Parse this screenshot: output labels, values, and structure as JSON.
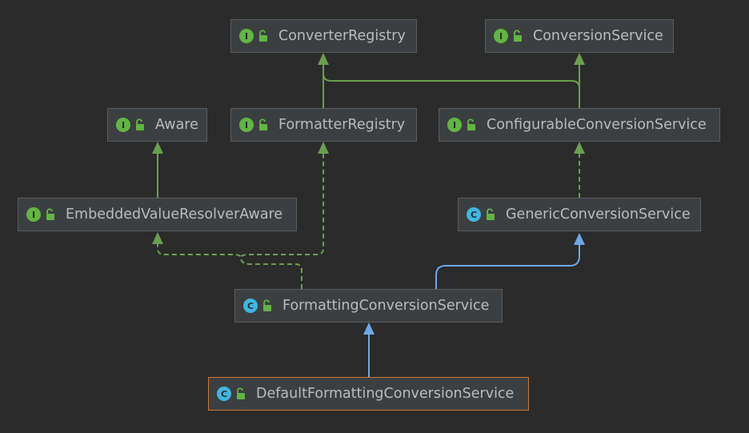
{
  "colors": {
    "background": "#2b2b2b",
    "node_fill": "#3c3f41",
    "node_border": "#5a5d5f",
    "selected_border": "#cc7832",
    "interface_badge": "#62b543",
    "class_badge": "#40b6e0",
    "extends_edge": "#6fa8e8",
    "interface_edge": "#6a9f50",
    "text": "#bbbbbb"
  },
  "badges": {
    "interface": "I",
    "class": "C"
  },
  "nodes": {
    "converter_registry": {
      "label": "ConverterRegistry",
      "kind": "interface"
    },
    "conversion_service": {
      "label": "ConversionService",
      "kind": "interface"
    },
    "aware": {
      "label": "Aware",
      "kind": "interface"
    },
    "formatter_registry": {
      "label": "FormatterRegistry",
      "kind": "interface"
    },
    "configurable_conversion_service": {
      "label": "ConfigurableConversionService",
      "kind": "interface"
    },
    "embedded_value_resolver_aware": {
      "label": "EmbeddedValueResolverAware",
      "kind": "interface"
    },
    "generic_conversion_service": {
      "label": "GenericConversionService",
      "kind": "class"
    },
    "formatting_conversion_service": {
      "label": "FormattingConversionService",
      "kind": "class"
    },
    "default_formatting_conversion_service": {
      "label": "DefaultFormattingConversionService",
      "kind": "class",
      "selected": true
    }
  },
  "edges": [
    {
      "from": "formatter_registry",
      "to": "converter_registry",
      "type": "interface-extends"
    },
    {
      "from": "configurable_conversion_service",
      "to": "converter_registry",
      "type": "interface-extends"
    },
    {
      "from": "configurable_conversion_service",
      "to": "conversion_service",
      "type": "interface-extends"
    },
    {
      "from": "embedded_value_resolver_aware",
      "to": "aware",
      "type": "interface-extends"
    },
    {
      "from": "generic_conversion_service",
      "to": "configurable_conversion_service",
      "type": "implements"
    },
    {
      "from": "formatting_conversion_service",
      "to": "formatter_registry",
      "type": "implements"
    },
    {
      "from": "formatting_conversion_service",
      "to": "embedded_value_resolver_aware",
      "type": "implements"
    },
    {
      "from": "formatting_conversion_service",
      "to": "generic_conversion_service",
      "type": "extends"
    },
    {
      "from": "default_formatting_conversion_service",
      "to": "formatting_conversion_service",
      "type": "extends"
    }
  ]
}
